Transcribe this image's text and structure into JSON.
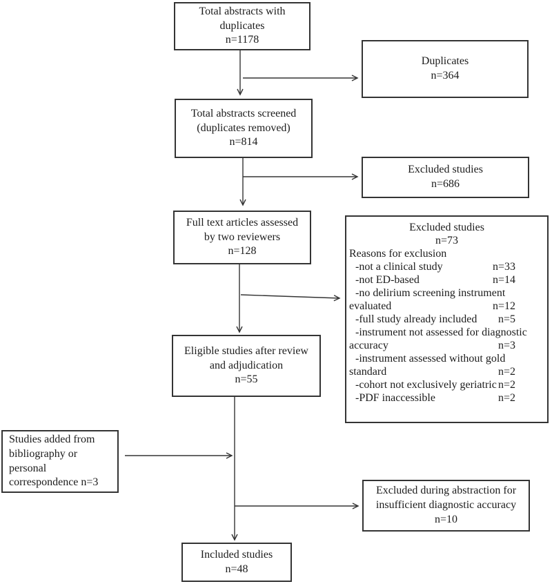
{
  "colors": {
    "line": "#333333",
    "ink": "#1c1c1c",
    "background": "#ffffff"
  },
  "boxes": {
    "total_abstracts": {
      "lines": [
        "Total abstracts with",
        "duplicates",
        "n=1178"
      ]
    },
    "duplicates": {
      "lines": [
        "Duplicates",
        "n=364"
      ]
    },
    "screened": {
      "lines": [
        "Total abstracts screened",
        "(duplicates removed)",
        "n=814"
      ]
    },
    "excluded_686": {
      "lines": [
        "Excluded studies",
        "n=686"
      ]
    },
    "full_text": {
      "lines": [
        "Full text articles assessed",
        "by two reviewers",
        "n=128"
      ]
    },
    "excluded_73": {
      "title_lines": [
        "Excluded studies",
        "n=73"
      ],
      "reasons_header": "Reasons for exclusion",
      "reasons": [
        {
          "label": "-not a clinical study",
          "value": "n=33"
        },
        {
          "label": "-not ED-based",
          "value": "n=14"
        },
        {
          "label": "-no delirium screening instrument evaluated",
          "value": "n=12"
        },
        {
          "label": "-full study already included",
          "value": "n=5"
        },
        {
          "label": "-instrument not assessed for diagnostic accuracy",
          "value": "n=3"
        },
        {
          "label": "-instrument assessed without gold standard",
          "value": "n=2"
        },
        {
          "label": "-cohort not exclusively geriatric",
          "value": "n=2"
        },
        {
          "label": "-PDF inaccessible",
          "value": "n=2"
        }
      ]
    },
    "eligible": {
      "lines": [
        "Eligible studies after review",
        "and adjudication",
        "n=55"
      ]
    },
    "added": {
      "lines": [
        "Studies added from",
        "bibliography or",
        "personal",
        "correspondence n=3"
      ]
    },
    "excluded_abstraction": {
      "lines": [
        "Excluded during abstraction for",
        "insufficient diagnostic accuracy",
        "n=10"
      ]
    },
    "included": {
      "lines": [
        "Included studies",
        "n=48"
      ]
    }
  }
}
